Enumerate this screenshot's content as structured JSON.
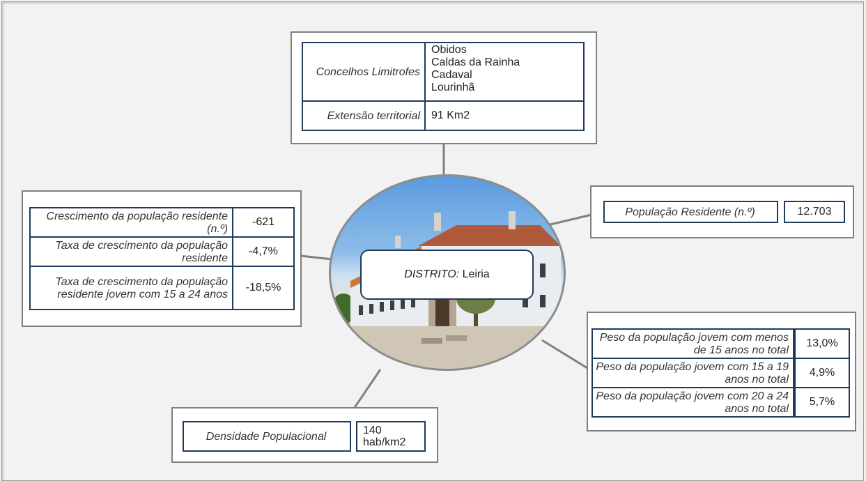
{
  "top": {
    "concelhos_label": "Concelhos Limitrofes",
    "concelhos_values": [
      "Obidos",
      "Caldas da Rainha",
      "Cadaval",
      "Lourinhã"
    ],
    "extensao_label": "Extensão territorial",
    "extensao_value": "91 Km2"
  },
  "left": {
    "rows": [
      {
        "label": "Crescimento da população residente (n.º)",
        "value": "-621"
      },
      {
        "label": "Taxa de crescimento da população residente",
        "value": "-4,7%"
      },
      {
        "label": "Taxa de crescimento da população residente jovem com 15 a 24 anos",
        "value": "-18,5%"
      }
    ]
  },
  "right_top": {
    "label": "População Residente (n.º)",
    "value": "12.703"
  },
  "right_bottom": {
    "rows": [
      {
        "label": "Peso da população jovem com menos de 15 anos no total",
        "value": "13,0%"
      },
      {
        "label": "Peso da população jovem com 15 a 19 anos no total",
        "value": "4,9%"
      },
      {
        "label": "Peso da população jovem com 20 a 24 anos no total",
        "value": "5,7%"
      }
    ]
  },
  "bottom": {
    "label": "Densidade Populacional",
    "value": "140 hab/km2"
  },
  "center": {
    "prefix": "DISTRITO",
    "suffix": ": ",
    "name": "Leiria"
  },
  "colors": {
    "cell_border": "#1f3a5a",
    "panel_border": "#7f7f7f",
    "connector": "#808080"
  }
}
